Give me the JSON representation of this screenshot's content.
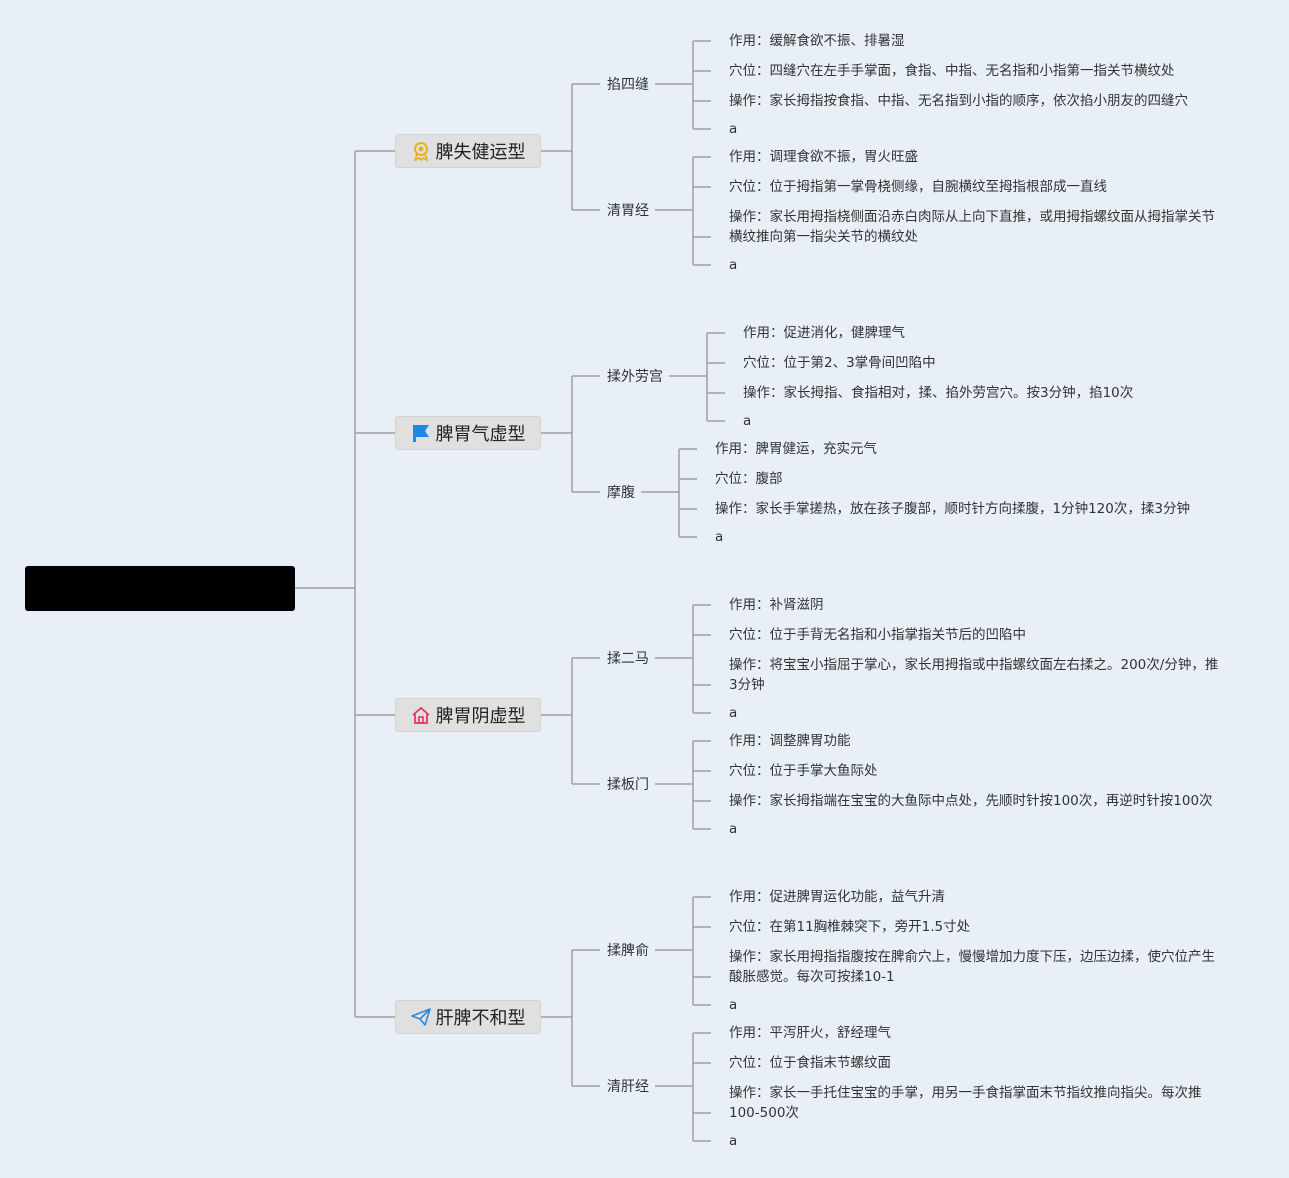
{
  "root": {
    "label": ""
  },
  "categories": [
    {
      "label": "脾失健运型",
      "icon": "medal-icon",
      "techniques": [
        {
          "name": "掐四缝",
          "items": [
            "作用：缓解食欲不振、排暑湿",
            "穴位：四缝穴在左手手掌面，食指、中指、无名指和小指第一指关节横纹处",
            "操作：家长拇指按食指、中指、无名指到小指的顺序，依次掐小朋友的四缝穴",
            "a"
          ]
        },
        {
          "name": "清胃经",
          "items": [
            "作用：调理食欲不振，胃火旺盛",
            "穴位：位于拇指第一掌骨桡侧缘，自腕横纹至拇指根部成一直线",
            "操作：家长用拇指桡侧面沿赤白肉际从上向下直推，或用拇指螺纹面从拇指掌关节横纹推向第一指尖关节的横纹处",
            "a"
          ]
        }
      ]
    },
    {
      "label": "脾胃气虚型",
      "icon": "flag-icon",
      "techniques": [
        {
          "name": "揉外劳宫",
          "items": [
            "作用：促进消化，健脾理气",
            "穴位：位于第2、3掌骨间凹陷中",
            "操作：家长拇指、食指相对，揉、掐外劳宫穴。按3分钟，掐10次",
            "a"
          ]
        },
        {
          "name": "摩腹",
          "items": [
            "作用：脾胃健运，充实元气",
            "穴位：腹部",
            "操作：家长手掌搓热，放在孩子腹部，顺时针方向揉腹，1分钟120次，揉3分钟",
            "a"
          ]
        }
      ]
    },
    {
      "label": "脾胃阴虚型",
      "icon": "home-icon",
      "techniques": [
        {
          "name": "揉二马",
          "items": [
            "作用：补肾滋阴",
            "穴位：位于手背无名指和小指掌指关节后的凹陷中",
            "操作：将宝宝小指屈于掌心，家长用拇指或中指螺纹面左右揉之。200次/分钟，推3分钟",
            "a"
          ]
        },
        {
          "name": "揉板门",
          "items": [
            "作用：调整脾胃功能",
            "穴位：位于手掌大鱼际处",
            "操作：家长拇指端在宝宝的大鱼际中点处，先顺时针按100次，再逆时针按100次",
            "a"
          ]
        }
      ]
    },
    {
      "label": "肝脾不和型",
      "icon": "paper-plane-icon",
      "techniques": [
        {
          "name": "揉脾俞",
          "items": [
            "作用：促进脾胃运化功能，益气升清",
            "穴位：在第11胸椎棘突下，旁开1.5寸处",
            "操作：家长用拇指指腹按在脾俞穴上，慢慢增加力度下压，边压边揉，使穴位产生酸胀感觉。每次可按揉10-1",
            "a"
          ]
        },
        {
          "name": "清肝经",
          "items": [
            "作用：平泻肝火，舒经理气",
            "穴位：位于食指末节螺纹面",
            "操作：家长一手托住宝宝的手掌，用另一手食指掌面末节指纹推向指尖。每次推100-500次",
            "a"
          ]
        }
      ]
    }
  ],
  "colors": {
    "background": "#e8eff7",
    "line": "#9aa0a6",
    "root": "#000000",
    "category_bg": "#e0e0e0"
  }
}
